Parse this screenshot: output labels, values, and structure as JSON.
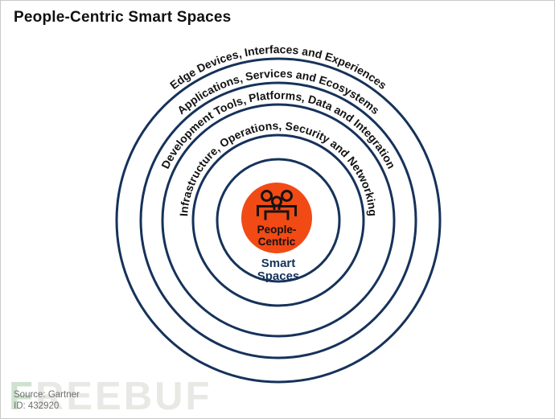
{
  "title": "People-Centric Smart Spaces",
  "diagram": {
    "type": "concentric-rings",
    "rings": [
      {
        "label": "Edge Devices, Interfaces and Experiences"
      },
      {
        "label": "Applications, Services and Ecosystems"
      },
      {
        "label": "Development Tools, Platforms, Data and Integration"
      },
      {
        "label": "Infrastructure, Operations, Security and Networking"
      }
    ],
    "center": {
      "icon": "people-group-icon",
      "line1": "People-",
      "line2": "Centric"
    },
    "inner_label": {
      "line1": "Smart",
      "line2": "Spaces"
    }
  },
  "footer": {
    "source": "Source: Gartner",
    "id": "ID: 432920"
  },
  "watermark": "FREEBUF",
  "colors": {
    "ring_stroke": "#16325B",
    "center_disc": "#F14A15",
    "label_text": "#131313",
    "inner_label_text": "#16325B",
    "source_text": "#6E6E6E",
    "watermark_gray": "#E8E8E4",
    "watermark_green": "#CFE2CF"
  }
}
